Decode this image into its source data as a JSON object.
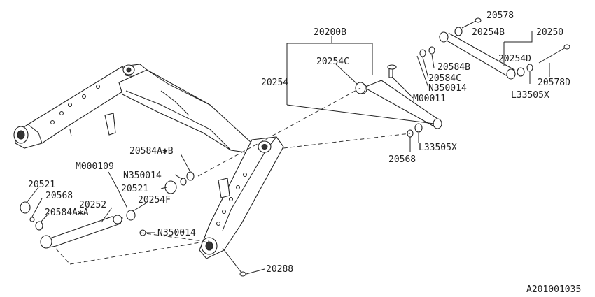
{
  "diagram_id": "A201001035",
  "labels": {
    "p20200B": "20200B",
    "p20254C": "20254C",
    "p20254": "20254",
    "p20578_top": "20578",
    "p20254B": "20254B",
    "p20250": "20250",
    "p20584B": "20584B",
    "p20584C": "20584C",
    "p20254D": "20254D",
    "p20578D": "20578D",
    "pN350014_right": "N350014",
    "pM00011": "M00011",
    "pL33505X_top": "L33505X",
    "pL33505X_bottom": "L33505X",
    "p20568_right": "20568",
    "p20584AB": "20584A✱B",
    "pN350014_mid": "N350014",
    "p20521_mid": "20521",
    "pM000109": "M000109",
    "p20521_left": "20521",
    "p20568_left": "20568",
    "p20254F": "20254F",
    "p20252": "20252",
    "p20584AA": "20584A✱A",
    "pN350014_low": "N350014",
    "p20288": "20288"
  }
}
